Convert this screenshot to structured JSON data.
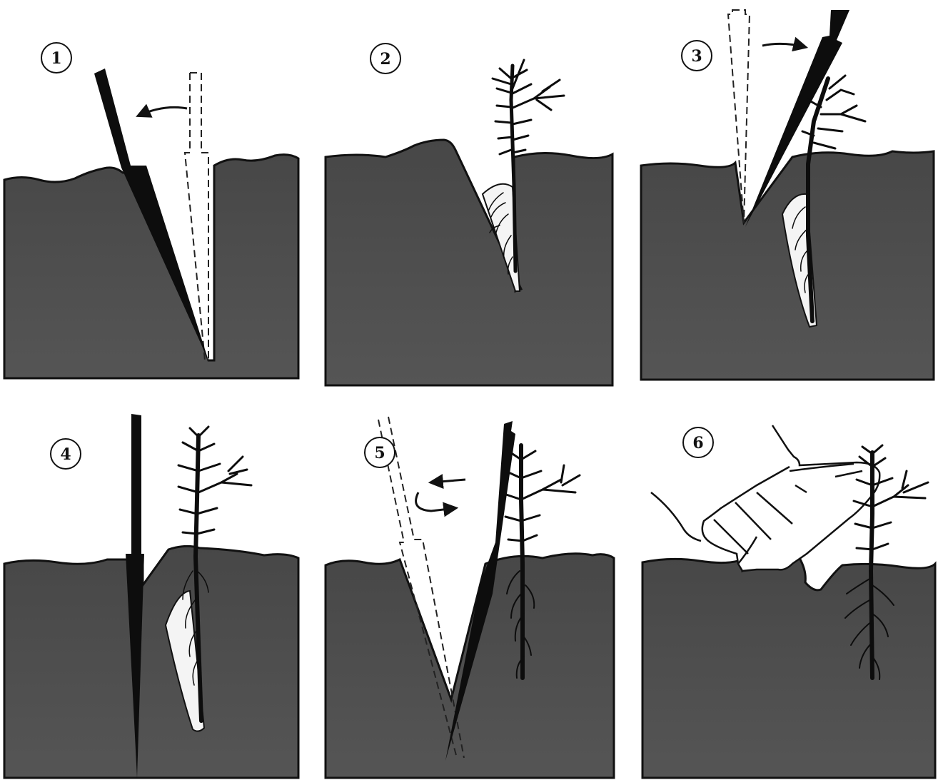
{
  "panels": [
    {
      "number": "1"
    },
    {
      "number": "2"
    },
    {
      "number": "3"
    },
    {
      "number": "4"
    },
    {
      "number": "5"
    },
    {
      "number": "6"
    }
  ],
  "colors": {
    "soil": "#4f4f4f",
    "soil_edge": "#111111",
    "tool": "#0d0d0d",
    "ghost_tool": "#222222",
    "root_plug": "#f4f4f4",
    "background": "#ffffff"
  },
  "icons": [
    "planting-bar-icon",
    "seedling-icon",
    "arrow-icon",
    "boot-icon"
  ]
}
